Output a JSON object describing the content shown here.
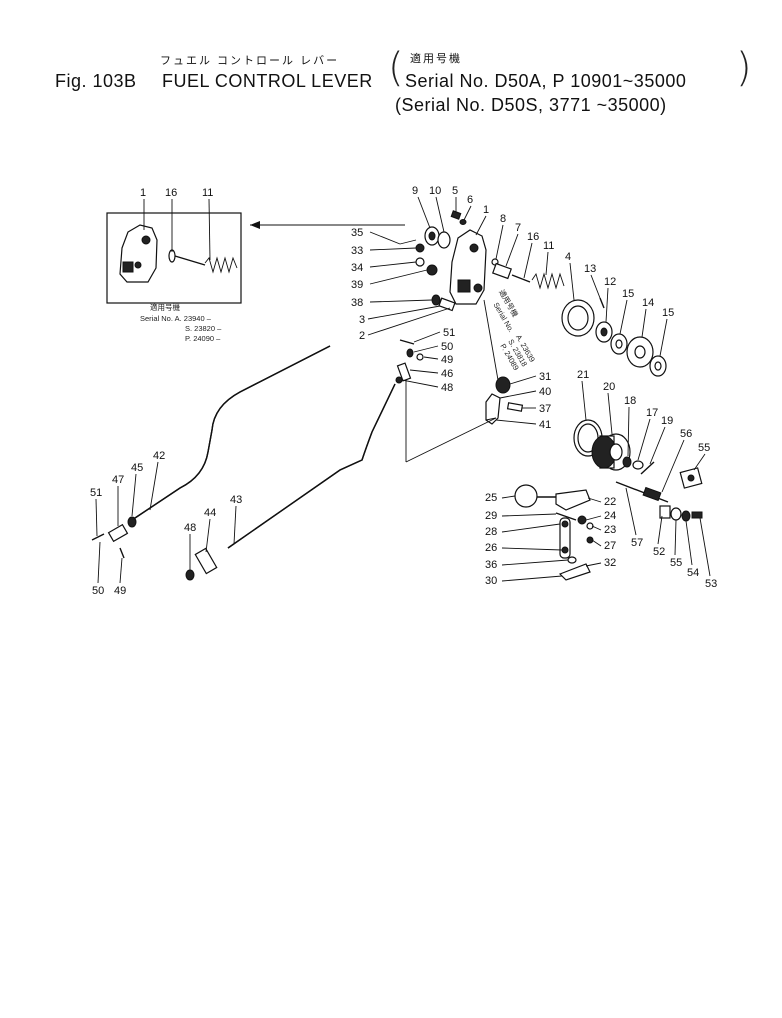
{
  "header": {
    "japanese_title": "フュエル コントロール レバー",
    "fig_label": "Fig. 103B",
    "title": "FUEL  CONTROL LEVER",
    "applicable_jp": "適用号機",
    "serial_line1": "Serial No. D50A, P   10901~35000",
    "serial_line2": "(Serial No. D50S,   3771 ~35000)"
  },
  "inset": {
    "applicable_jp": "適用号機",
    "serial_lines": [
      "Serial No. A. 23940 –",
      "S. 23820 –",
      "P. 24090 –"
    ]
  },
  "side_note": {
    "lines": [
      "適用号機",
      "Serial No.",
      "A. 23639",
      "S. 23818",
      "P. 24089"
    ]
  },
  "parts": {
    "p1": "1",
    "p2": "2",
    "p3": "3",
    "p4": "4",
    "p5": "5",
    "p6": "6",
    "p7": "7",
    "p8": "8",
    "p9": "9",
    "p10": "10",
    "p11": "11",
    "p12": "12",
    "p13": "13",
    "p14": "14",
    "p15": "15",
    "p16": "16",
    "p17": "17",
    "p18": "18",
    "p19": "19",
    "p20": "20",
    "p21": "21",
    "p22": "22",
    "p23": "23",
    "p24": "24",
    "p25": "25",
    "p26": "26",
    "p27": "27",
    "p28": "28",
    "p29": "29",
    "p30": "30",
    "p31": "31",
    "p32": "32",
    "p33": "33",
    "p34": "34",
    "p35": "35",
    "p36": "36",
    "p37": "37",
    "p38": "38",
    "p39": "39",
    "p40": "40",
    "p41": "41",
    "p42": "42",
    "p43": "43",
    "p44": "44",
    "p45": "45",
    "p46": "46",
    "p47": "47",
    "p48": "48",
    "p49": "49",
    "p50": "50",
    "p51": "51",
    "p52": "52",
    "p53": "53",
    "p54": "54",
    "p55": "55",
    "p56": "56",
    "p57": "57"
  }
}
